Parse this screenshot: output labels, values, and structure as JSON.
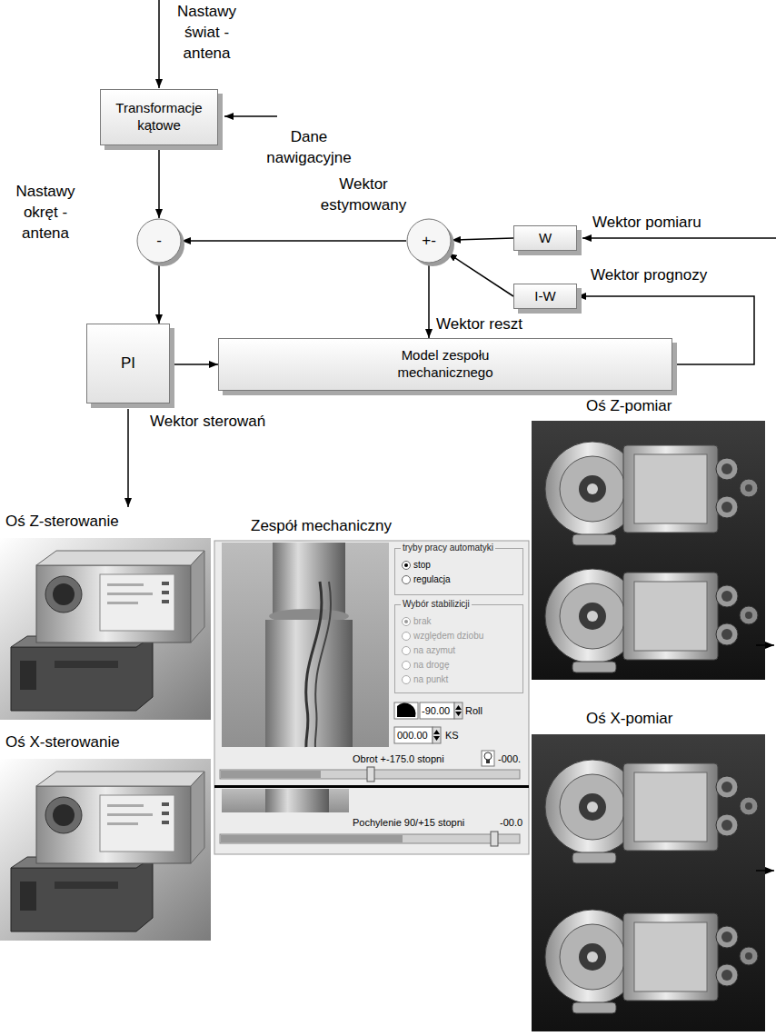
{
  "diagram": {
    "nodes": [
      {
        "text": [
          "Transformacje kątowe"
        ]
      },
      {
        "text": [
          "-"
        ]
      },
      {
        "text": [
          "+-"
        ]
      },
      {
        "text": [
          "W"
        ]
      },
      {
        "text": [
          "I-W"
        ]
      },
      {
        "text": [
          "PI"
        ]
      },
      {
        "text": [
          "Model zespołu mechanicznego"
        ]
      },
      {
        "text": [
          "Zespół mechaniczny"
        ]
      },
      {
        "text": [
          "tryby pracy automatyki",
          "stop",
          "regulacja"
        ],
        "in": 7
      },
      {
        "text": [
          "Wybór stabilizicji",
          "brak",
          "względem dziobu",
          "na azymut",
          "na drogę",
          "na punkt"
        ],
        "in": 7
      }
    ],
    "edges": [
      {
        "from": 0,
        "to": 1,
        "arrow": "to"
      },
      {
        "from": 2,
        "to": 1,
        "arrow": "to"
      },
      {
        "from": 3,
        "to": 2,
        "arrow": "to"
      },
      {
        "from": 4,
        "to": 2,
        "arrow": "to"
      },
      {
        "from": 2,
        "to": 6,
        "arrow": "to"
      },
      {
        "from": 1,
        "to": 5,
        "arrow": "to"
      },
      {
        "from": 5,
        "to": 6,
        "arrow": "to"
      },
      {
        "from": 6,
        "to": 4,
        "arrow": "to"
      }
    ],
    "labels": [
      "Nastawy świat - antena",
      "Dane nawigacyjne",
      "Nastawy okręt - antena",
      "Wektor estymowany",
      "Wektor pomiaru",
      "Wektor prognozy",
      "Wektor reszt",
      "Wektor sterowań",
      "Oś Z-pomiar",
      "Oś Z-sterowanie",
      "Oś X-sterowanie",
      "Oś X-pomiar",
      "-90.00",
      "Roll",
      "000.00",
      "KS",
      "Obrot +-175.0 stopni",
      "-000.",
      "Pochylenie 90/+15 stopni",
      "-00.0"
    ]
  }
}
